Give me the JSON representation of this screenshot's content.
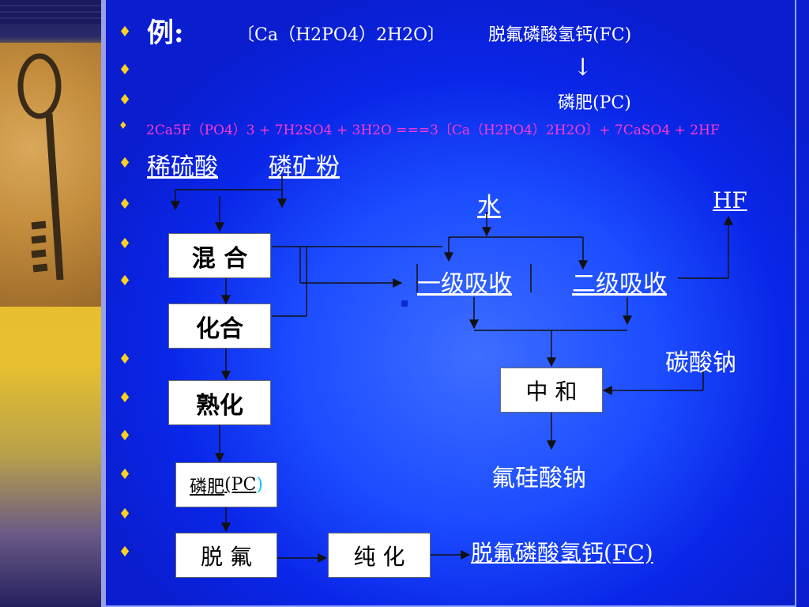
{
  "title": {
    "label": "例:",
    "formula": "〔Ca（H2PO4）2H2O〕",
    "product": "脱氟磷酸氢钙(FC)"
  },
  "arrow_char": "↓",
  "pc_product": "磷肥(PC)",
  "equation": "2Ca5F（PO4）3 + 7H2SO4 + 3H2O ===3〔Ca（H2PO4）2H2O〕+ 7CaSO4 + 2HF",
  "bullet": "♦",
  "inputs": {
    "acid": "稀硫酸",
    "ore": "磷矿粉",
    "water": "水",
    "hf": "HF",
    "soda": "碳酸钠"
  },
  "steps": {
    "mix": "混 合",
    "combine": "化合",
    "cure": "熟化",
    "pc": "磷肥",
    "pc_code": "(PC",
    "pc_paren": ")",
    "defluor": "脱 氟",
    "purify": "纯 化",
    "neutralize": "中 和"
  },
  "absorb": {
    "first": "一级吸收",
    "second": "二级吸收"
  },
  "byproduct": "氟硅酸钠",
  "final_product": "脱氟磷酸氢钙(FC)",
  "colors": {
    "slide_bg": "#1b4cff",
    "bullet": "#ffd21f",
    "equation": "#ff3ad0",
    "sidebar": "#e8bd2a"
  }
}
